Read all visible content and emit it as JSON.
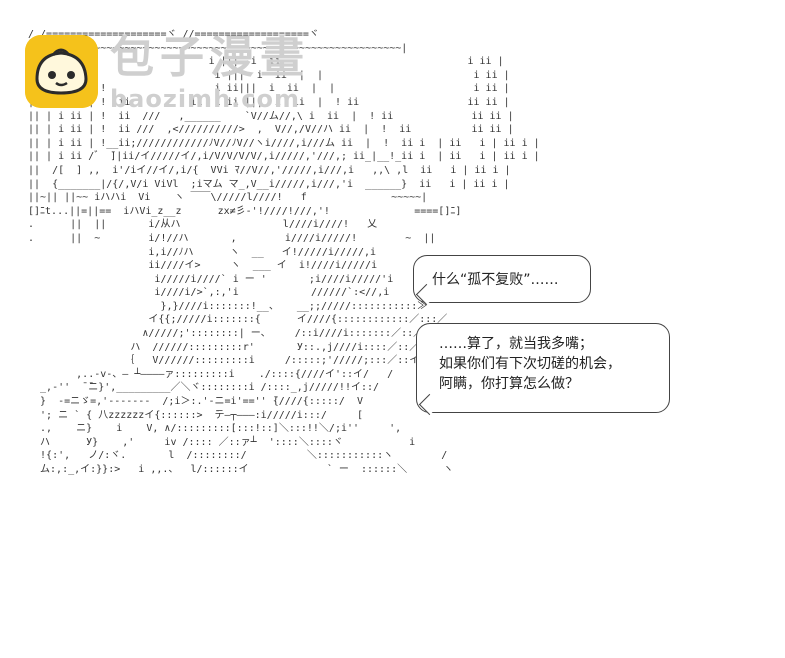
{
  "watermark": {
    "name": "包子漫畫",
    "url": "baozimh.com"
  },
  "speech_bubbles": [
    {
      "text": "什么“孤不复败”……"
    },
    {
      "lines": [
        "……算了，就当我多嘴；",
        "如果你们有下次切磋的机会，",
        "阿瞒，你打算怎么做？"
      ]
    }
  ],
  "ascii_art": "/ /====================ヾ //===================ヾ\n|| |~~~~~~~~~~~~~~~~~~~~~~~~~~~~~~~~~~~~~~~~~~~~~~~~~~~~~~~~~~|\n|| | i |                      i |||  i  ii                               i ii |\n|| | i ii |                    i |||  i  ii  |  |                         i ii |\n|| | i ii | !                  i ii|||  i  ii  |  |                       i ii |\n|| | i ii | !  ii          ii  i ii |||  i  ii  |  ! ii                  ii ii |\n|| | i ii | !  ii  ///   ,______    `V//ム//,\\ i  ii  |  ! ii             ii ii |\n|| | i ii | !  ii ///  ,<//////////>  ,  V//,/V//ハ ii  |  !  ii          ii ii |\n|| | i ii | !__ii;////////////ﾉV//ﾉV//ヽi////,i///ム ii  |  !  ii i  | ii   i | ii i |\n|| | i ii /゛ ̄]|ii/イ/////イ/,i/V/V/V/V/,i/////,'///,; ii_|__!_ii i  | ii   i | ii i |\n||  /[  ] ,,  i'/iイ//イ/,i/{  VVi ﾏ//V//,'/////,i///,i   ,,\\ ,l  ii   i | ii i |\n||  {_______|/{/,V/i ViVl  ;iマム マ_,V__i/////,i///,'i  ______}  ii   i | ii i |\n||~|| ||~~ iハハi  Vi    ヽ ￣￣\\/////l////!   f              ~~~~~|\n[]ﾆt...||=||==  iハVi_z__z      zx≠彡-'!////!///,'!              ====[]ﾆ]\n.      ||  ||       i/从ハ                 l////i////!   乂\n.      ||  ~        i/!//ハ       ,        i////i/////!        ~  ||\n                    i,i//ﾉハ      ヽ  __   イ!/////i/////,i\n                    ii////イ>     ヽ  ___ イ  i!////i/////i\n                     i/////i////` i ー '       ;i////i/////'i\n                     i////i/>`,:,'i            //////`:<//,i\n                      },}////i:::::::!__、   __;;/////:::::::::::≫\n                    イ{{;/////i:::::::{      イ////{::::::::::::／:::／\n                   ∧/////;'::::::::| ー、    /::i////i:::::::／::／  ／  v\n                 ハ  //////:::::::::r'       У::.,j////i::::／::／   /\n                ｛   V//////:::::::::i     /:::::;'/////;:::／::イ\n        ,..-v-、― ┴――――ァ:::::::::i    ./::::{////イ'::イ/   /\n  _,-''  ̄ ̄ニ}',_________／＼ヾ::::::::i /::::_,j/////!!イ::/\n  }  -=ニゞ=,'-------  /;i＞:.'-ニ=i'=='' ̄{////{:::::/  V\n  '; ニ ` { 八zzzzzzイ{::::::>  ̄テ―┬―――:i/////i:::/     [\n  .,    ニ}    i    V, ∧/:::::::::[:::!::]＼:::!!＼/;i''     ',\n  ハ      У}    ,'     iv /:::: ／::ァ┴  '::::＼::::ヾ           i\n  !{:',   ノ/:ヾ.       l  /::::::::/          ＼:::::::::::ヽ        /\n  ム:,:_,イ:}}:>   i ,,.、  l/::::::イ             ` ー  ::::::＼      ヽ"
}
